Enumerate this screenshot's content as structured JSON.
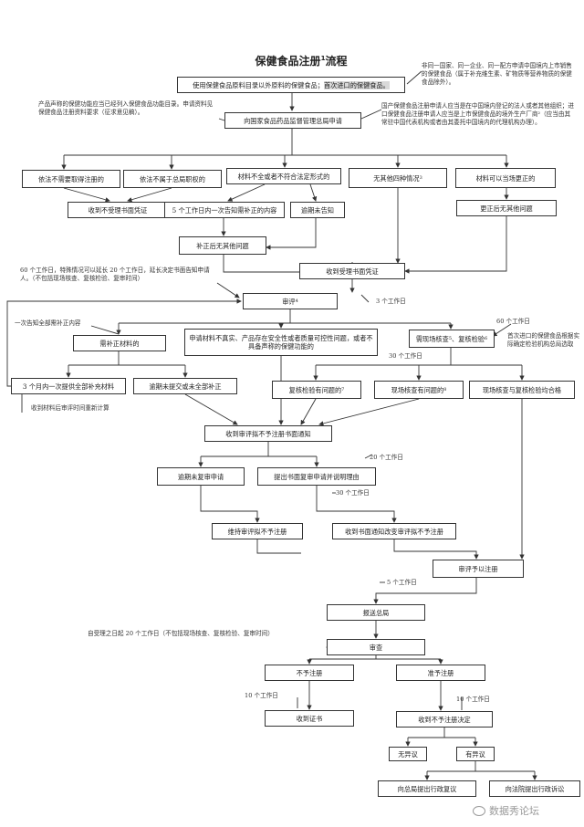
{
  "title": "保健食品注册",
  "title_sup": "1",
  "title_suffix": "流程",
  "watermark": "数据秀论坛",
  "intro_box": {
    "part1": "使用保健食品原料目录以外原料的保健食品；",
    "part2": "首次进口的保健食品。"
  },
  "submit": "向国家食品药品监督管理总局申请",
  "notes": {
    "left_top": "产品声称的保健功能应当已经列入保健食品功能目录。申请资料见保健食品注册资料要求（征求意见稿）。",
    "right_top": "非同一国家、同一企业、同一配方申请中国境内上市销售的保健食品（属于补充维生素、矿物质等营养物质的保健食品除外）。",
    "right_mid": "国产保健食品注册申请人应当是在中国境内登记的法人或者其他组织；进口保健食品注册申请人应当是上市保健食品的境外生产厂商²（应当由其常驻中国代表机构或者由其委托中国境内的代理机构办理）。",
    "extension": "60 个工作日，特殊情况可以延长 20 个工作日，延长决定书面告知申请人。（不包括现场核查、复核检验、复审时间）",
    "once": "一次告知全部需补正内容",
    "d60": "60 个工作日",
    "import_sel": "首次进口的保健食品根据实际确定检验机构总局选取",
    "d30a": "30 个工作日",
    "d3": "3 个工作日",
    "resub": "收到材料后审评时间重新计算",
    "d20": "20 个工作日",
    "d30b": "30 个工作日",
    "d5": "5 个工作日",
    "approval_time": "自受理之日起 20 个工作日（不包括现场核查、复核检验、复审时间）",
    "d10a": "10 个工作日",
    "d10b": "10 个工作日"
  },
  "row1": [
    "依法不需要取得注册的",
    "依法不属于总局职权的",
    "材料不全或者不符合法定形式的",
    "无其他四种情况",
    "材料可以当场更正的"
  ],
  "row1_sup": "3",
  "reject_notice": "收到不受理书面凭证",
  "supp5": "5 个工作日内一次告知需补正的内容",
  "overdue": "逾期未告知",
  "correct_other": "更正后无其他问题",
  "fixed_ok": "补正后无其他问题",
  "accept_cert": "收到受理书面凭证",
  "review": "审评",
  "review_sup": "4",
  "need_supp": "需补正材料的",
  "false_info": "申请材料不真实、产品存在安全性或者质量可控性问题，或者不具备声称的保健功能的",
  "need_check": "需现场核查",
  "need_check_sup": "5",
  "recheck": "、复核检验",
  "recheck_sup": "6",
  "supp3m": "3 个月内一次提供全部补充材料",
  "overdue_supp": "逾期未提交或未全部补正",
  "lab_issue": "复核检验有问题的",
  "lab_issue_sup": "7",
  "site_issue": "现场核查有问题的",
  "site_issue_sup": "8",
  "all_ok": "现场核查与复核检验均合格",
  "proposed_reject": "收到审评拟不予注册书面通知",
  "overdue_review": "逾期未复审申请",
  "apply_review": "提出书面复审申请并说明理由",
  "keep_reject": "维持审评拟不予注册",
  "change_reject": "收到书面通知改变审评拟不予注册",
  "grant": "审评予以注册",
  "report": "报送总局",
  "audit": "审查",
  "no_register": "不予注册",
  "register": "准予注册",
  "cert": "收到证书",
  "reject_decision": "收到不予注册决定",
  "no_objection": "无异议",
  "objection": "有异议",
  "admin_review": "向总局提出行政复议",
  "lawsuit": "向法院提出行政诉讼"
}
